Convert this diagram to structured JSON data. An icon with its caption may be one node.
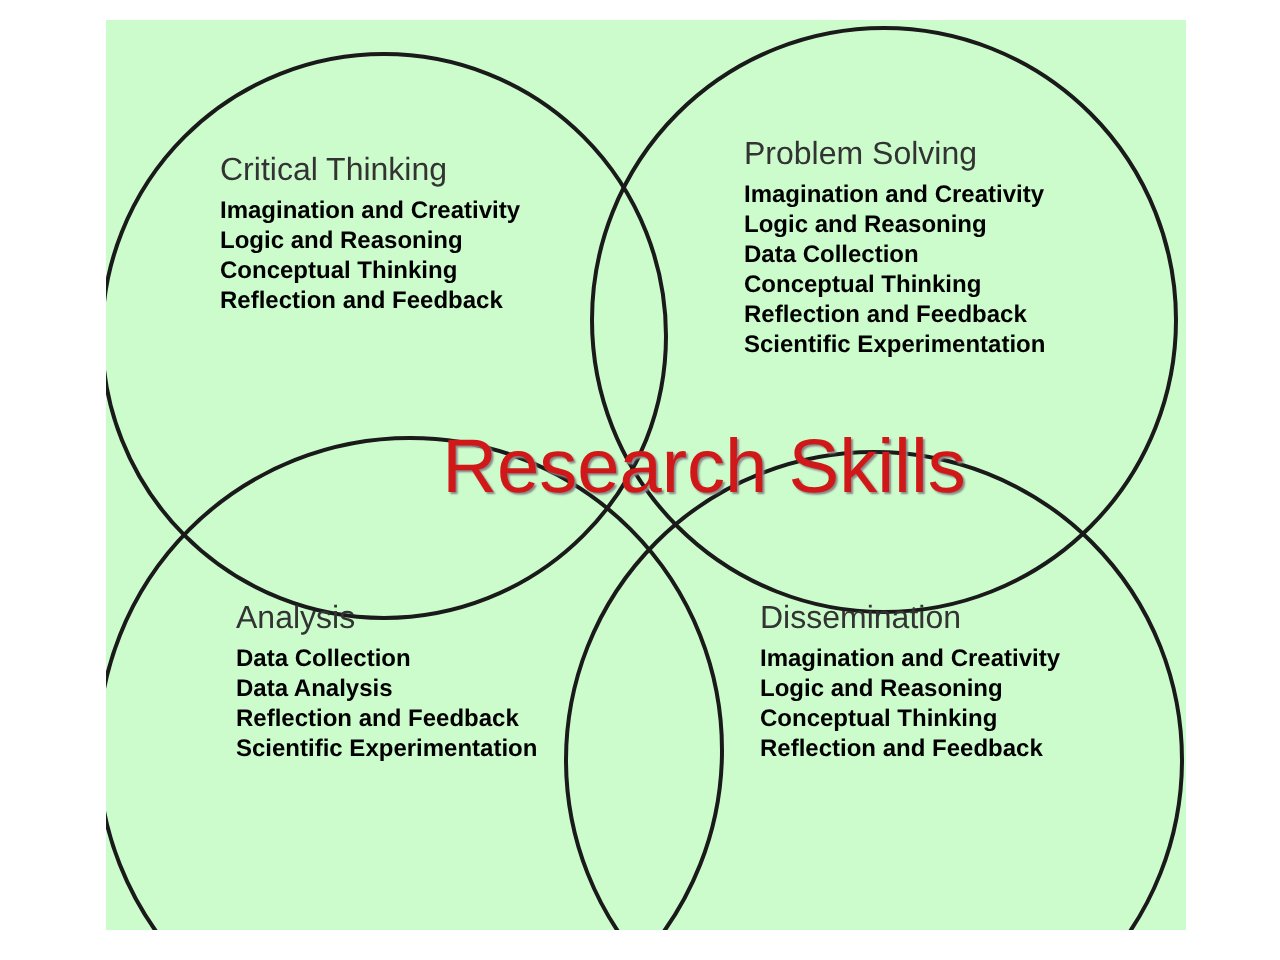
{
  "diagram": {
    "title": "Research Skills",
    "nodes": [
      {
        "text": [
          "Critical Thinking",
          "Imagination and Creativity",
          "Logic and Reasoning",
          "Conceptual Thinking",
          "Reflection and Feedback"
        ]
      },
      {
        "text": [
          "Problem Solving",
          "Imagination and Creativity",
          "Logic and Reasoning",
          "Data Collection",
          "Conceptual Thinking",
          "Reflection and Feedback",
          "Scientific Experimentation"
        ]
      },
      {
        "text": [
          "Analysis",
          "Data Collection",
          "Data Analysis",
          "Reflection and Feedback",
          "Scientific Experimentation"
        ]
      },
      {
        "text": [
          "Dissemination",
          "Imagination and Creativity",
          "Logic and Reasoning",
          "Conceptual Thinking",
          "Reflection and Feedback"
        ]
      }
    ]
  }
}
